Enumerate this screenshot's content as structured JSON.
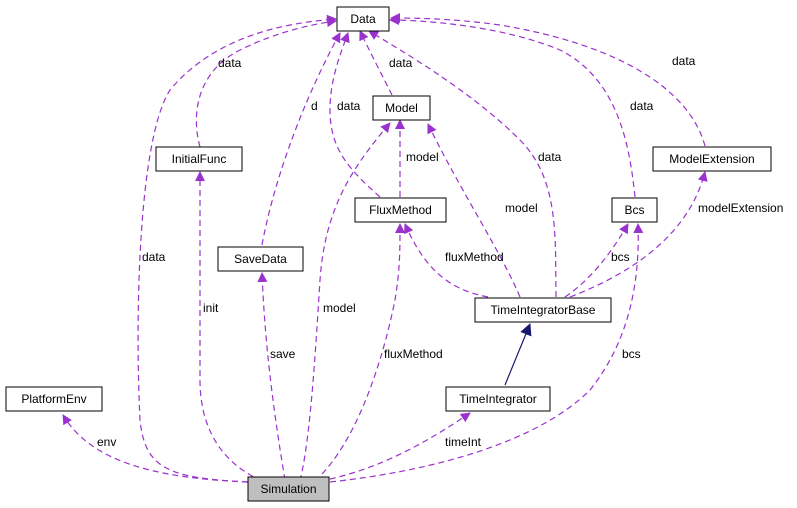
{
  "colors": {
    "dependency": "#9a32cd",
    "inheritance": "#191970",
    "node_border": "#000000",
    "node_fill": "#ffffff",
    "highlight_fill": "#bfbfbf"
  },
  "nodes": {
    "data": "Data",
    "model": "Model",
    "initialfunc": "InitialFunc",
    "modelextension": "ModelExtension",
    "fluxmethod": "FluxMethod",
    "bcs": "Bcs",
    "savedata": "SaveData",
    "timeintegratorbase": "TimeIntegratorBase",
    "platformenv": "PlatformEnv",
    "timeintegrator": "TimeIntegrator",
    "simulation": "Simulation"
  },
  "edges": {
    "init_data": "data",
    "model_data": "data",
    "savedata_data": "d",
    "flux_data": "data",
    "bcs_data": "data",
    "ext_data": "data",
    "tib_data": "data",
    "sim_data": "data",
    "flux_model": "model",
    "tib_model": "model",
    "sim_model": "model",
    "tib_flux": "fluxMethod",
    "sim_flux": "fluxMethod",
    "tib_bcs": "bcs",
    "sim_bcs": "bcs",
    "tib_ext": "modelExtension",
    "sim_init": "init",
    "sim_save": "save",
    "sim_env": "env",
    "sim_timeint": "timeInt"
  }
}
